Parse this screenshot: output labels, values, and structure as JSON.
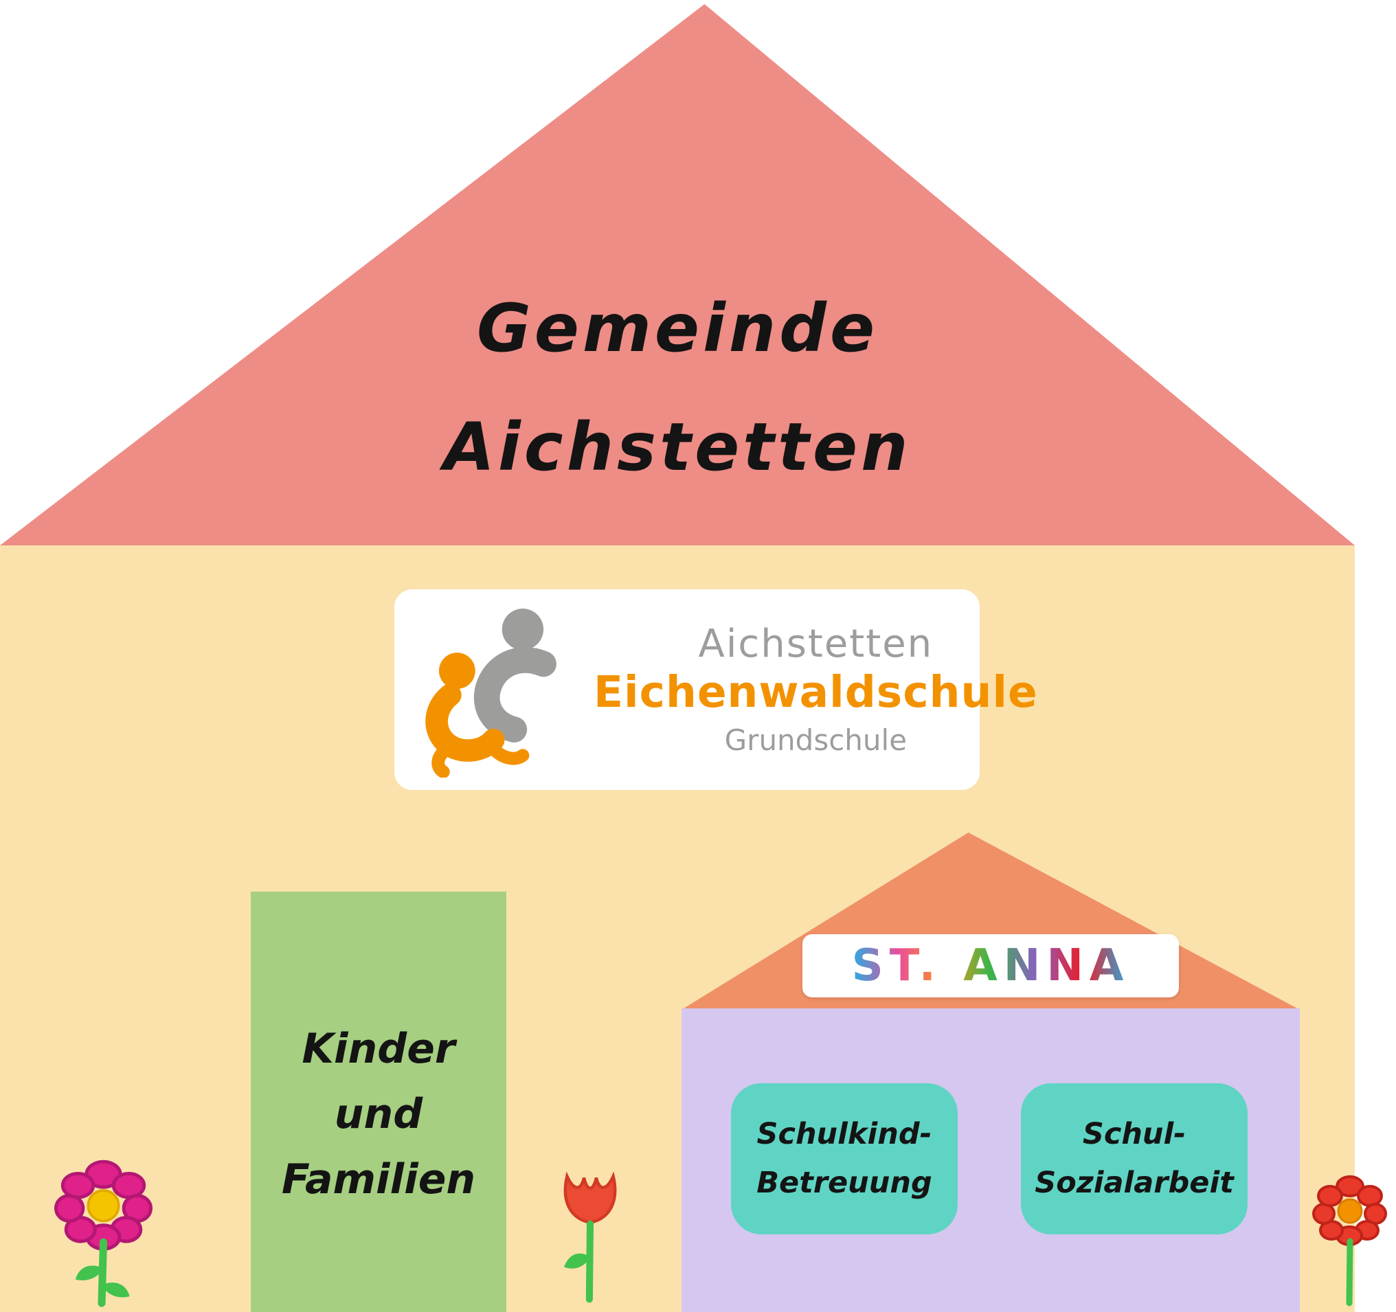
{
  "roof": {
    "title_line1": "Gemeinde",
    "title_line2": "Aichstetten",
    "color": "#ed8d86"
  },
  "house": {
    "body_color": "#fbe2ac"
  },
  "school_logo": {
    "town": "Aichstetten",
    "name": "Eichenwaldschule",
    "type": "Grundschule",
    "orange_color": "#f39200",
    "gray_color": "#9d9d9c"
  },
  "door": {
    "line1": "Kinder",
    "line2": "und",
    "line3": "Familien",
    "color": "#a6cf82"
  },
  "st_anna": {
    "name": "ST. ANNA",
    "roof_color": "#f09067",
    "body_color": "#d5c7f0",
    "box_color": "#5fd4c4",
    "box1_line1": "Schulkind-",
    "box1_line2": "Betreuung",
    "box2_line1": "Schul-",
    "box2_line2": "Sozialarbeit"
  },
  "decorations": {
    "flowers": [
      "pink-flower",
      "red-tulip",
      "red-flower"
    ]
  }
}
